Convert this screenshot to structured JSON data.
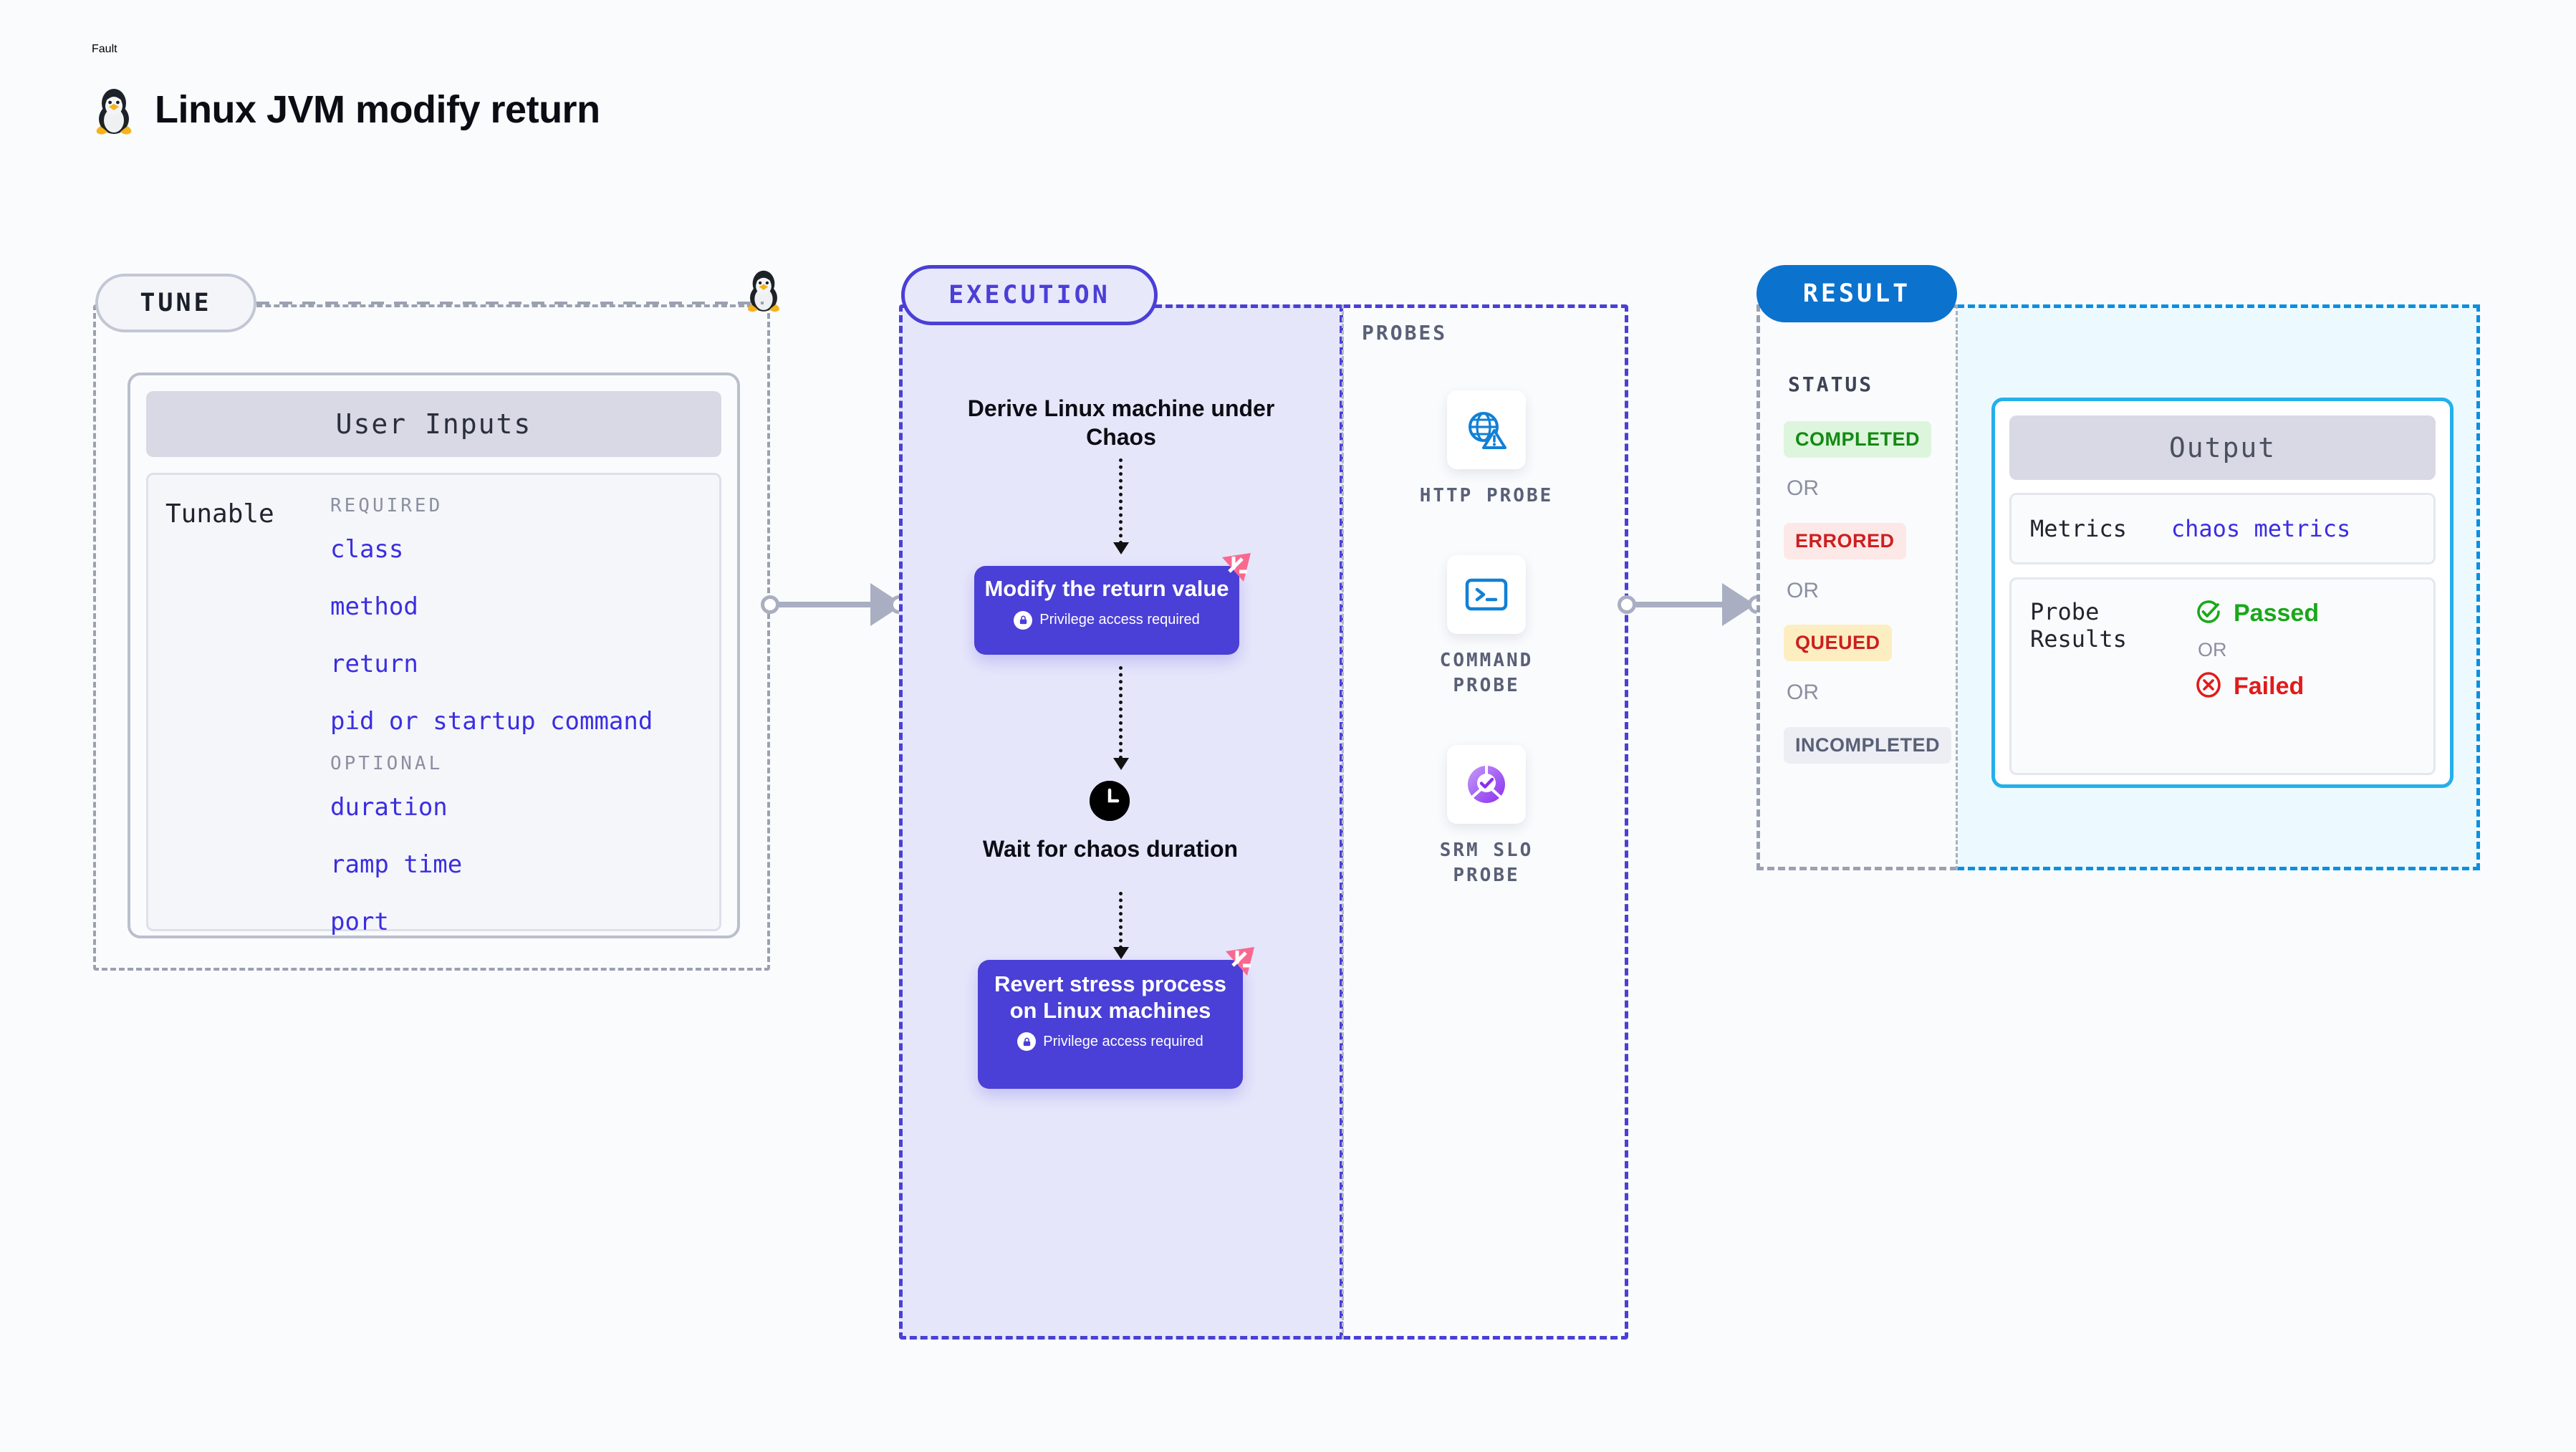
{
  "header": {
    "kicker": "Fault",
    "title": "Linux JVM modify return",
    "icon": "linux-penguin-icon"
  },
  "tune": {
    "badge": "TUNE",
    "card_title": "User Inputs",
    "tunable_label": "Tunable",
    "required_label": "REQUIRED",
    "optional_label": "OPTIONAL",
    "required": [
      "class",
      "method",
      "return",
      "pid or startup command"
    ],
    "optional": [
      "duration",
      "ramp time",
      "port"
    ]
  },
  "execution": {
    "badge": "EXECUTION",
    "derive_node": "Derive Linux machine under Chaos",
    "modify_card": {
      "title": "Modify the return value",
      "privilege": "Privilege access required",
      "icon": "litmus-chaos-icon",
      "lock_icon": "lock-icon"
    },
    "wait_node": "Wait for chaos duration",
    "wait_icon": "clock-icon",
    "revert_card": {
      "title": "Revert stress process on Linux machines",
      "privilege": "Privilege access required",
      "icon": "litmus-chaos-icon",
      "lock_icon": "lock-icon"
    }
  },
  "probes": {
    "title": "PROBES",
    "items": [
      {
        "label": "HTTP PROBE",
        "icon": "globe-warning-icon"
      },
      {
        "label": "COMMAND PROBE",
        "icon": "terminal-icon"
      },
      {
        "label": "SRM SLO PROBE",
        "icon": "slo-donut-check-icon"
      }
    ]
  },
  "result": {
    "badge": "RESULT",
    "status_title": "STATUS",
    "or_label": "OR",
    "statuses": [
      {
        "label": "COMPLETED",
        "bg": "#ddf5dd",
        "fg": "#138a13"
      },
      {
        "label": "ERRORED",
        "bg": "#fde8e8",
        "fg": "#cc1f1f"
      },
      {
        "label": "QUEUED",
        "bg": "#fdeec2",
        "fg": "#cc1f1f"
      },
      {
        "label": "INCOMPLETED",
        "bg": "#eceef4",
        "fg": "#596076"
      }
    ]
  },
  "output": {
    "card_title": "Output",
    "metrics_key": "Metrics",
    "metrics_value": "chaos metrics",
    "probe_results_key": "Probe Results",
    "or_label": "OR",
    "passed": {
      "label": "Passed",
      "color": "#1aa81a",
      "icon": "check-circle-icon"
    },
    "failed": {
      "label": "Failed",
      "color": "#e01b1b",
      "icon": "x-circle-icon"
    }
  },
  "colors": {
    "accent_purple": "#4a3fd6",
    "accent_blue": "#0b72ce",
    "accent_cyan": "#24b0ea",
    "litmus_pink": "#f9698f"
  }
}
